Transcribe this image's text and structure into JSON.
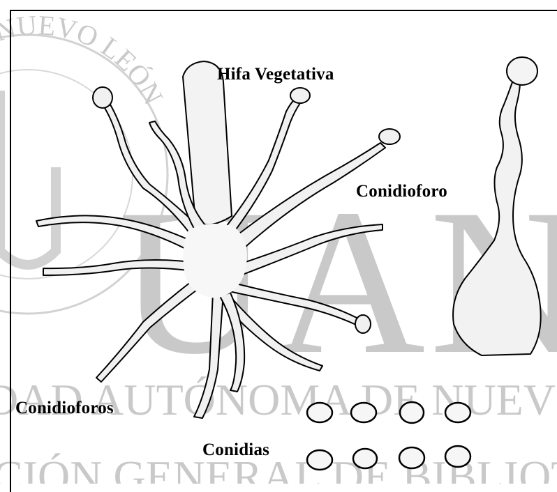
{
  "labels": {
    "hifa": "Hifa Vegetativa",
    "conidioforo": "Conidioforo",
    "conidioforos": "Conidioforos",
    "conidias": "Conidias"
  },
  "watermark": {
    "letters": "UANL",
    "line1": "DAD AUTÓNOMA DE NUEVO L",
    "line2": "CIÓN GENERAL DE BIBLIOTECAS",
    "seal_text": "AD NUEVO LEÓN",
    "color": "#c9c9c9"
  }
}
